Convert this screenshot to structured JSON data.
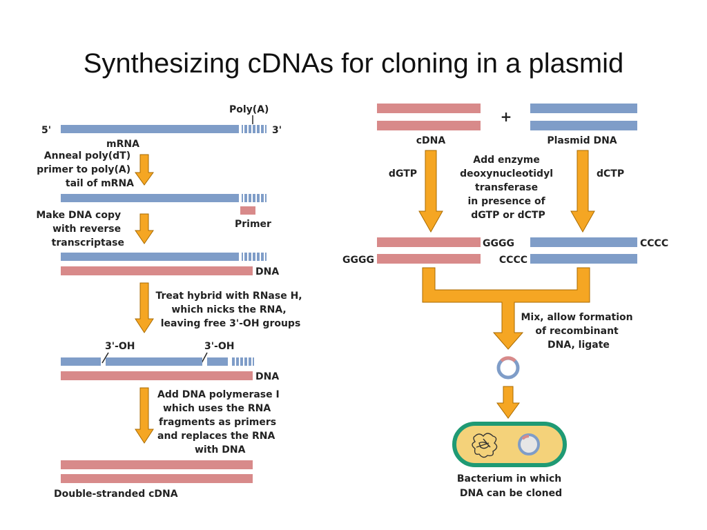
{
  "title": "Synthesizing cDNAs for cloning in a plasmid",
  "colors": {
    "rna": "#7f9dc8",
    "dna": "#d88a8a",
    "arrow": "#f5a623",
    "arrow_stroke": "#a86a00",
    "bacterium_fill": "#f4d27a",
    "bacterium_border": "#1f9a74"
  },
  "left": {
    "end_5": "5'",
    "end_3": "3'",
    "polya": "Poly(A)",
    "mrna": "mRNA",
    "step1": [
      "Anneal poly(dT)",
      "primer to poly(A)",
      "tail of mRNA"
    ],
    "primer": "Primer",
    "step2": [
      "Make DNA copy",
      "with reverse",
      "transcriptase"
    ],
    "dna1": "DNA",
    "step3": [
      "Treat hybrid with RNase H,",
      "which nicks the RNA,",
      "leaving free 3'-OH groups"
    ],
    "oh1": "3'-OH",
    "oh2": "3'-OH",
    "dna2": "DNA",
    "step4": [
      "Add DNA polymerase I",
      "which uses the RNA",
      "fragments as primers",
      "and replaces the RNA",
      "with DNA"
    ],
    "result": "Double-stranded cDNA"
  },
  "right": {
    "plus": "+",
    "cdna": "cDNA",
    "plasmid": "Plasmid DNA",
    "dgtp": "dGTP",
    "dctp": "dCTP",
    "enzyme": [
      "Add enzyme",
      "deoxynucleotidyl",
      "transferase",
      "in presence of",
      "dGTP or dCTP"
    ],
    "gggg_top": "GGGG",
    "gggg_left": "GGGG",
    "cccc_right": "CCCC",
    "cccc_left": "CCCC",
    "mix": [
      "Mix, allow formation",
      "of recombinant",
      "DNA, ligate"
    ],
    "bacterium": [
      "Bacterium in which",
      "DNA can be cloned"
    ]
  }
}
